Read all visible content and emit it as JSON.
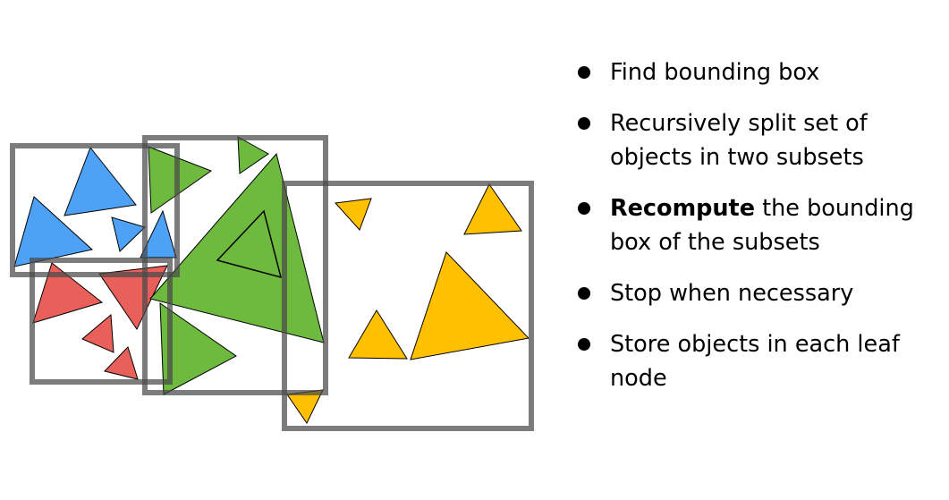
{
  "bullets": [
    {
      "text": "Find bounding box"
    },
    {
      "text": "Recursively split set of objects in two subsets"
    },
    {
      "bold": "Recompute",
      "text": " the bounding box of the subsets"
    },
    {
      "text": "Stop when necessary"
    },
    {
      "text": "Store objects in each leaf node"
    }
  ],
  "colors": {
    "blue": "#4DA2F5",
    "green": "#6DBA3F",
    "red": "#E9605A",
    "yellow": "#FFC000",
    "box": "#7a7a7a"
  }
}
